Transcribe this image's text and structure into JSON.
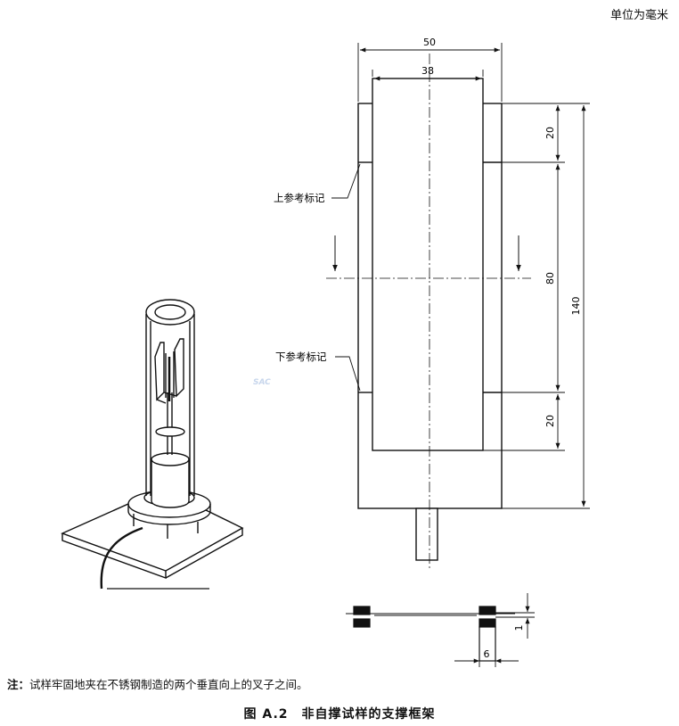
{
  "unit_label": "单位为毫米",
  "dimensions": {
    "outer_width": "50",
    "inner_width": "38",
    "top_gap": "20",
    "middle": "80",
    "total": "140",
    "bottom_gap": "20",
    "detail_thickness": "1",
    "detail_width": "6"
  },
  "labels": {
    "upper_mark": "上参考标记",
    "lower_mark": "下参考标记",
    "watermark": "SAC"
  },
  "note": {
    "prefix": "注：",
    "text": "试样牢固地夹在不锈钢制造的两个垂直向上的叉子之间。"
  },
  "caption": "图 A.2　非自撑试样的支撑框架"
}
